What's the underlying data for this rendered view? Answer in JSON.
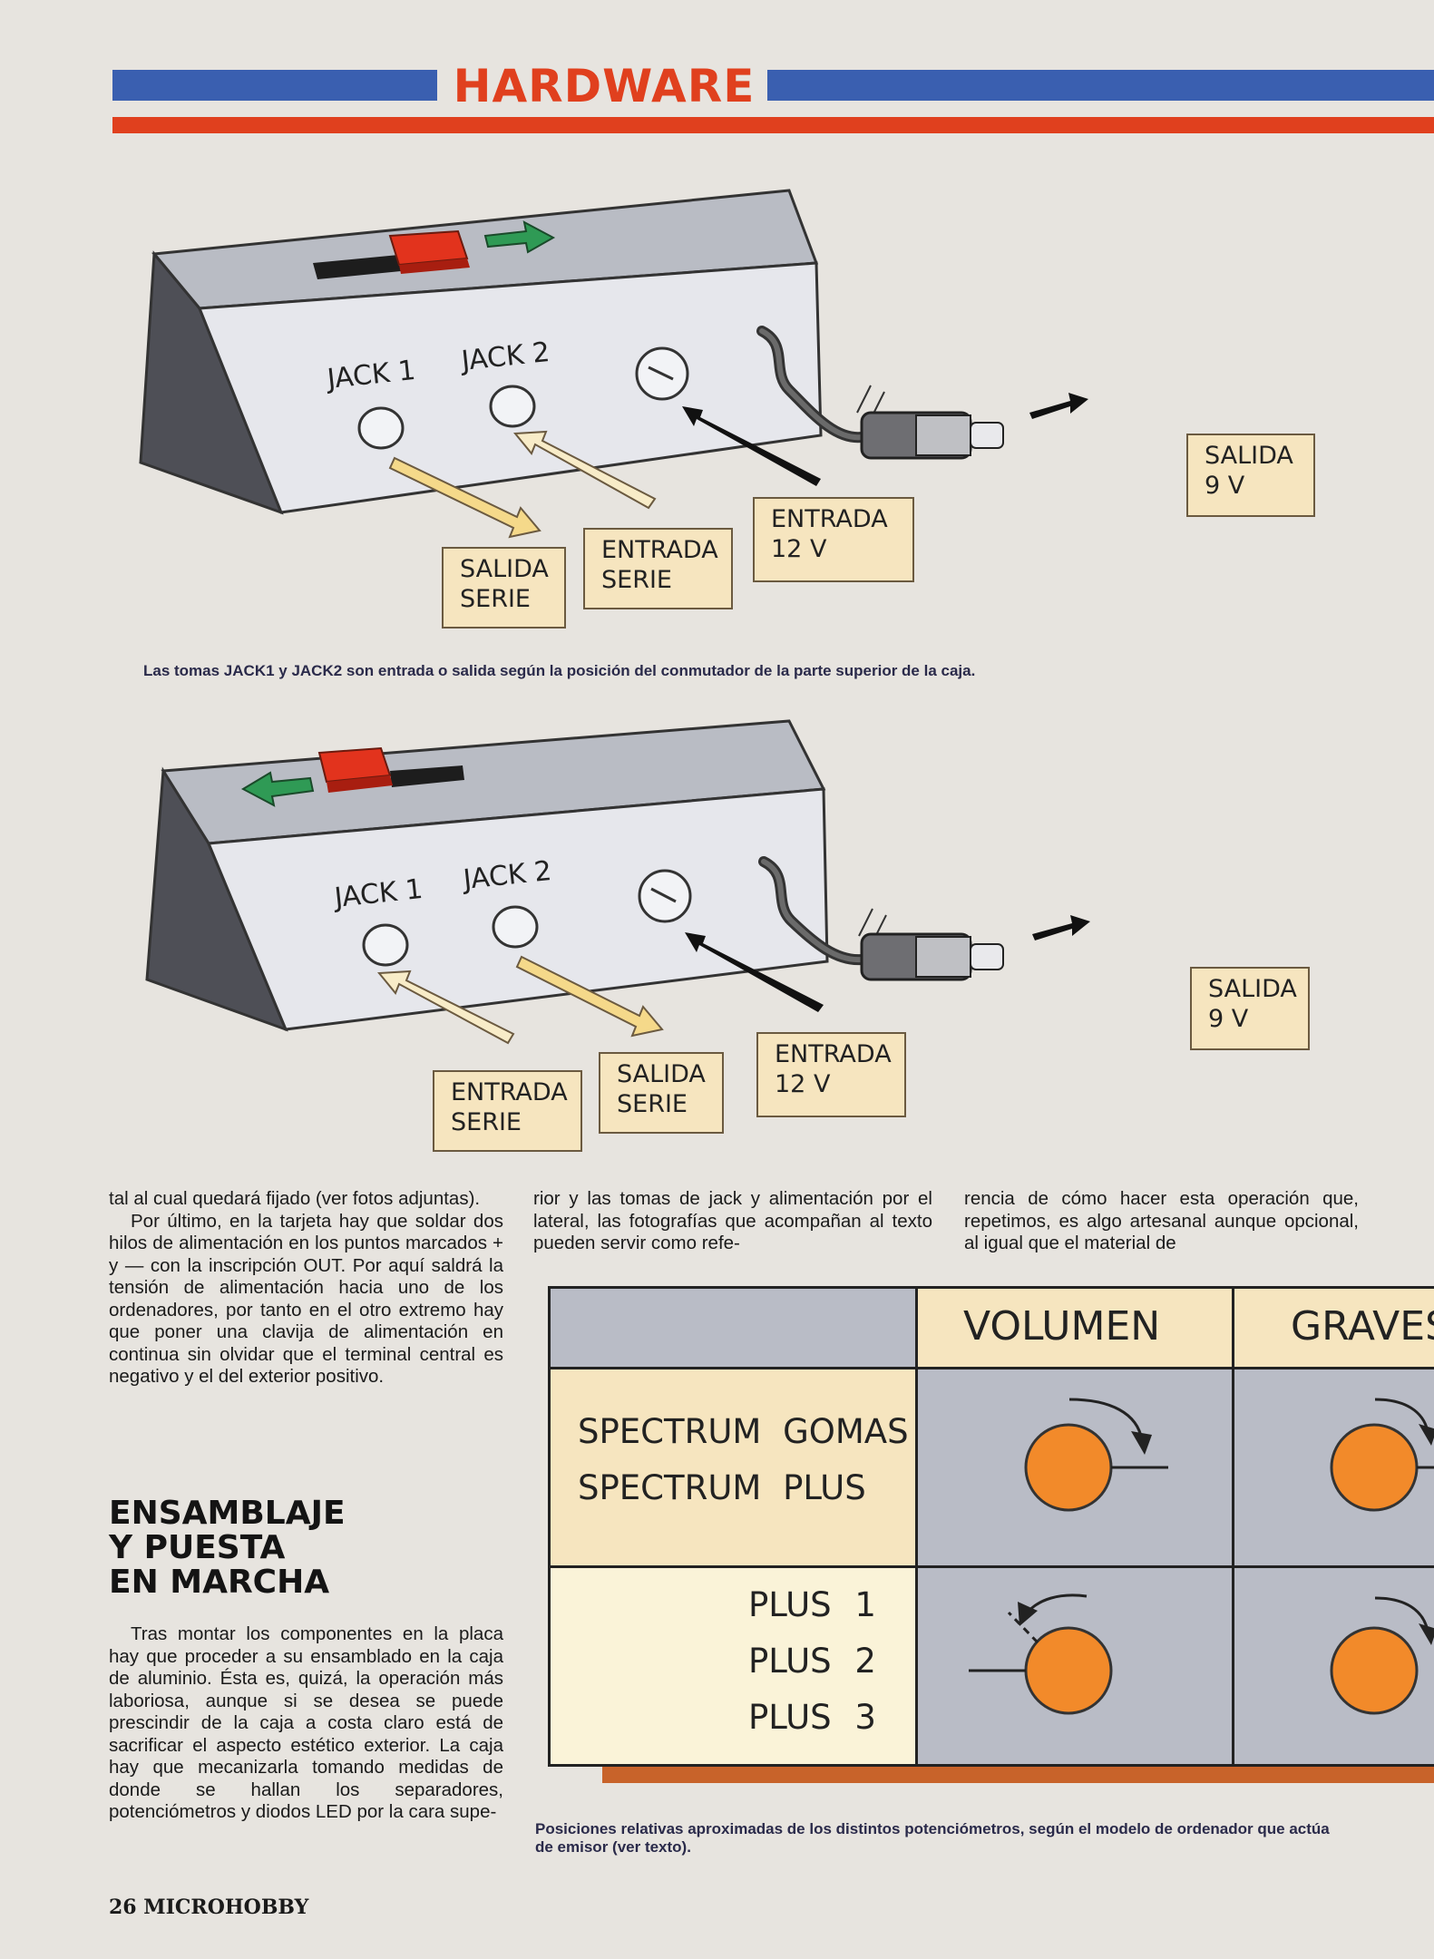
{
  "header": {
    "section": "HARDWARE"
  },
  "figure1": {
    "jack1": "JACK 1",
    "jack2": "JACK 2",
    "salida_serie": [
      "SALIDA",
      "SERIE"
    ],
    "entrada_serie": [
      "ENTRADA",
      "SERIE"
    ],
    "entrada_12v": [
      "ENTRADA",
      "12 V"
    ],
    "salida_9v": [
      "SALIDA",
      "9 V"
    ],
    "caption": "Las tomas JACK1 y JACK2 son entrada o salida según la posición del conmutador de la parte superior de la caja."
  },
  "figure2": {
    "jack1": "JACK 1",
    "jack2": "JACK 2",
    "entrada_serie": [
      "ENTRADA",
      "SERIE"
    ],
    "salida_serie": [
      "SALIDA",
      "SERIE"
    ],
    "entrada_12v": [
      "ENTRADA",
      "12 V"
    ],
    "salida_9v": [
      "SALIDA",
      "9 V"
    ]
  },
  "colors": {
    "blue_bar": "#3a5fb0",
    "red_accent": "#e0401e",
    "label_fill": "#f6e5bf",
    "knob": "#f28a2a"
  },
  "article": {
    "col1_p1": "tal al cual quedará fijado (ver fotos adjuntas).",
    "col1_p2": "Por último, en la tarjeta hay que soldar dos hilos de alimentación en los puntos marcados + y — con la inscripción OUT. Por aquí saldrá la tensión de alimentación hacia uno de los ordenadores, por tanto en el otro extremo hay que poner una clavija de alimentación en continua sin olvidar que el terminal central es negativo y el del exterior positivo.",
    "heading": [
      "ENSAMBLAJE",
      "Y PUESTA",
      "EN MARCHA"
    ],
    "col1_p3": "Tras montar los componentes en la placa hay que proceder a su ensamblado en la caja de aluminio. Ésta es, quizá, la operación más laboriosa, aunque si se desea se puede prescindir de la caja a costa claro está de sacrificar el aspecto estético exterior. La caja hay que mecanizarla tomando medidas de donde se hallan los separadores, potenciómetros y diodos LED por la cara supe-",
    "col2_p1": "rior y las tomas de jack y alimentación por el lateral, las fotografías que acompañan al texto pueden servir como refe-",
    "col3_p1": "rencia de cómo hacer esta operación que, repetimos, es algo artesanal aunque opcional, al igual que el material de"
  },
  "pot_table": {
    "headers": [
      "VOLUMEN",
      "GRAVES"
    ],
    "row1": [
      "SPECTRUM GOMAS",
      "SPECTRUM PLUS"
    ],
    "row2": [
      "PLUS 1",
      "PLUS 2",
      "PLUS 3"
    ],
    "caption": "Posiciones relativas aproximadas de los distintos potenciómetros, según el modelo de ordenador que actúa de emisor (ver texto)."
  },
  "footer": {
    "page": "26 MICROHOBBY"
  }
}
